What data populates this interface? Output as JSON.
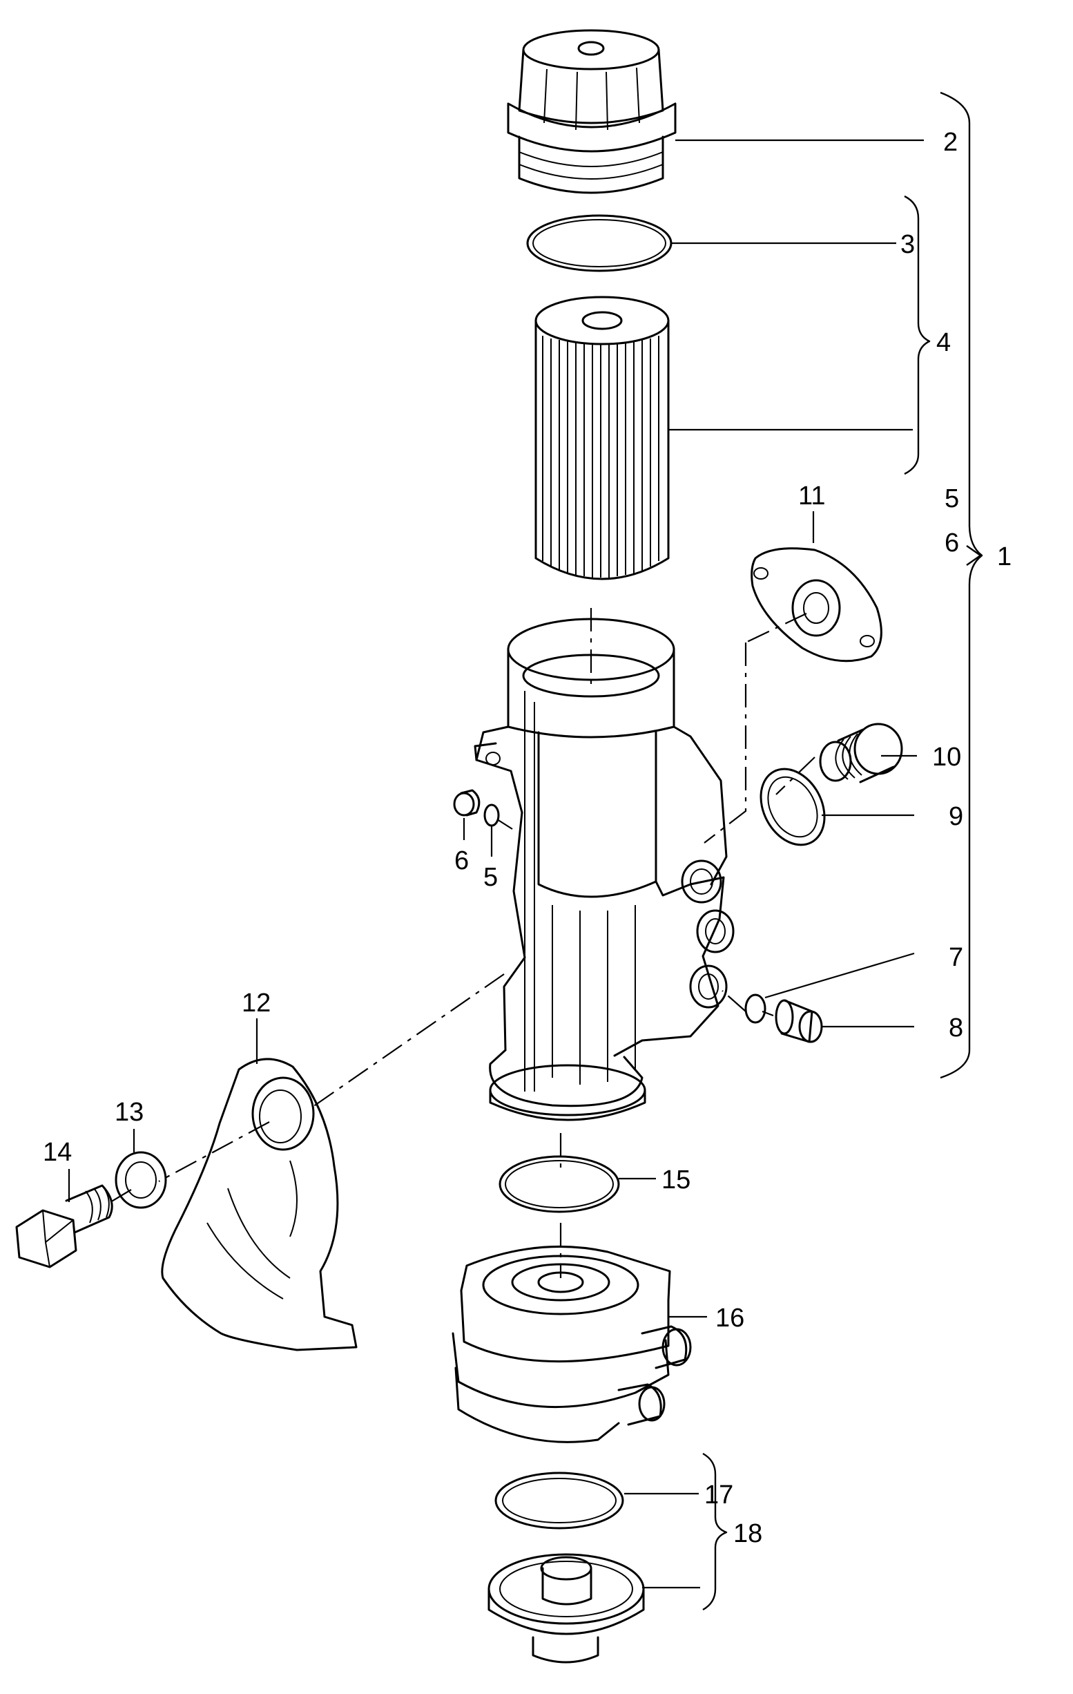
{
  "callouts": {
    "c1": "1",
    "c2": "2",
    "c3": "3",
    "c4": "4",
    "c5a": "5",
    "c6a": "6",
    "c5b": "5",
    "c6b": "6",
    "c7": "7",
    "c8": "8",
    "c9": "9",
    "c10": "10",
    "c11": "11",
    "c12": "12",
    "c13": "13",
    "c14": "14",
    "c15": "15",
    "c16": "16",
    "c17": "17",
    "c18": "18"
  }
}
